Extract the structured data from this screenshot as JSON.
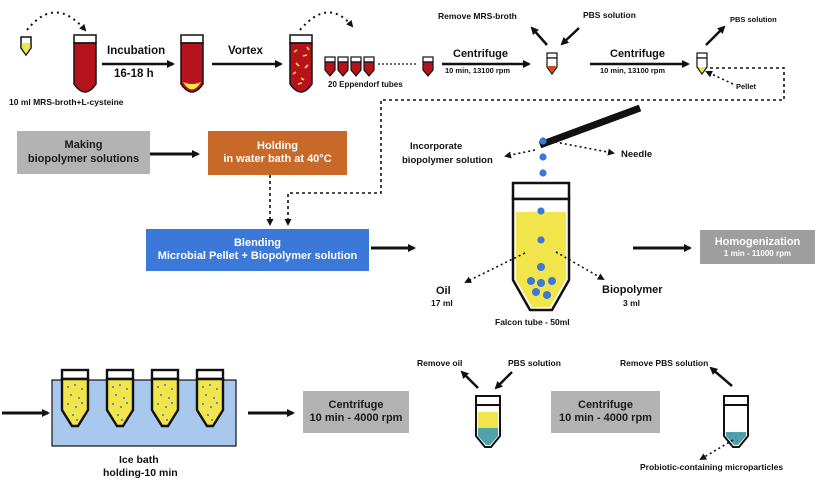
{
  "row1": {
    "tube_label": "10 ml MRS-broth+L-cysteine",
    "incubation_title": "Incubation",
    "incubation_time": "16-18 h",
    "vortex": "Vortex",
    "eppendorf": "20 Eppendorf tubes",
    "centrifuge1_title": "Centrifuge",
    "centrifuge1_params": "10 min, 13100 rpm",
    "remove_mrs": "Remove MRS-broth",
    "pbs1": "PBS solution",
    "centrifuge2_title": "Centrifuge",
    "centrifuge2_params": "10 min, 13100 rpm",
    "pbs2": "PBS solution",
    "pellet": "Pellet"
  },
  "row2": {
    "making_line1": "Making",
    "making_line2": "biopolymer solutions",
    "holding_line1": "Holding",
    "holding_line2": "in water bath at 40°C",
    "incorporate_line1": "Incorporate",
    "incorporate_line2": "biopolymer solution",
    "needle": "Needle"
  },
  "row3": {
    "blending_line1": "Blending",
    "blending_line2": "Microbial Pellet + Biopolymer solution",
    "oil": "Oil",
    "oil_vol": "17 ml",
    "biopolymer": "Biopolymer",
    "biopolymer_vol": "3 ml",
    "falcon": "Falcon tube - 50ml",
    "homog_title": "Homogenization",
    "homog_params": "1 min - 11000 rpm"
  },
  "row4": {
    "icebath_line1": "Ice bath",
    "icebath_line2": "holding-10 min",
    "centrifuge3_title": "Centrifuge",
    "centrifuge3_params": "10 min - 4000 rpm",
    "remove_oil": "Remove oil",
    "pbs3": "PBS solution",
    "centrifuge4_title": "Centrifuge",
    "centrifuge4_params": "10 min - 4000 rpm",
    "remove_pbs": "Remove PBS solution",
    "microparticles": "Probiotic-containing microparticles"
  },
  "colors": {
    "broth_red": "#b5121b",
    "yellow": "#f2e44b",
    "orange_box": "#c8692a",
    "blue_box": "#3b78d8",
    "gray_box": "#b3b3b3",
    "ice_bath": "#a9c8ee",
    "bead_blue": "#3b78d8",
    "teal": "#4fa3a8"
  }
}
